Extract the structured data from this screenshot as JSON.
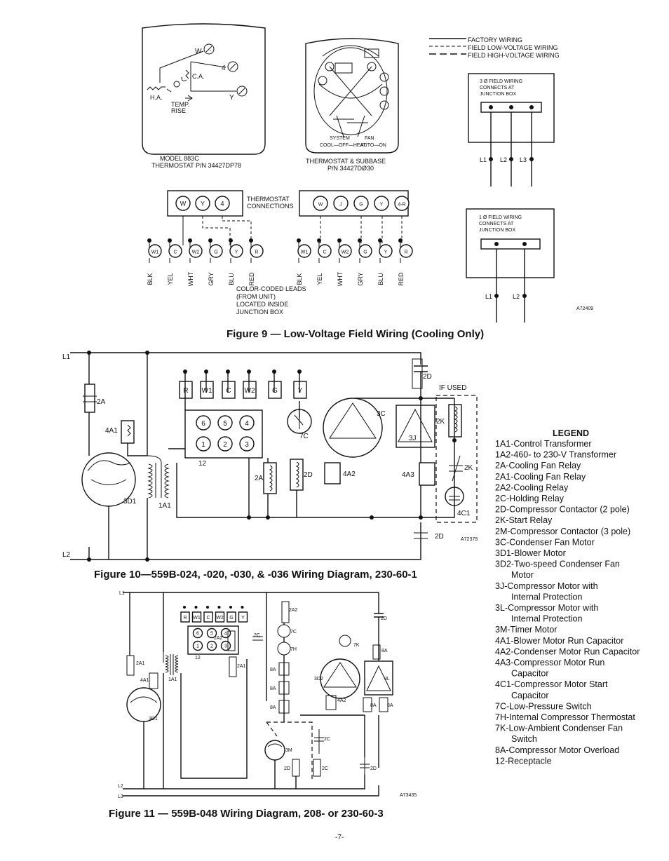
{
  "fig9": {
    "caption": "Figure 9 — Low-Voltage Field Wiring (Cooling Only)",
    "code": "A72409",
    "key": [
      "FACTORY WIRING",
      "FIELD LOW-VOLTAGE WIRING",
      "FIELD HIGH-VOLTAGE WIRING"
    ],
    "thermo1": {
      "label_w": "W",
      "label_4": "4",
      "label_ca": "C.A.",
      "label_ha": "H.A.",
      "label_y": "Y",
      "temp_rise": [
        "TEMP.",
        "RISE"
      ],
      "model": [
        "MODEL 883C",
        "THERMOSTAT P/N 34427DP78"
      ]
    },
    "thermo2": {
      "title": [
        "THERMOSTAT & SUBBASE",
        "P/N 34427DØ30"
      ],
      "system": [
        "SYSTEM",
        "COOL—OFF—HEAT"
      ],
      "fan": [
        "FAN",
        "AUTO—ON"
      ]
    },
    "tstat_conn_label": [
      "THERMOSTAT",
      "CONNECTIONS"
    ],
    "conn_left": [
      "W",
      "Y",
      "4"
    ],
    "conn_right": [
      "W",
      "J",
      "G",
      "Y",
      "4-R"
    ],
    "leads_left": [
      "W1",
      "C",
      "W2",
      "G",
      "Y",
      "R"
    ],
    "leads_right": [
      "W1",
      "C",
      "W2",
      "G",
      "Y",
      "R"
    ],
    "colors": [
      "BLK",
      "YEL",
      "WHT",
      "GRY",
      "BLU",
      "RED"
    ],
    "color_label": [
      "COLOR-CODED LEADS",
      "(FROM UNIT)",
      "LOCATED INSIDE",
      "JUNCTION BOX"
    ],
    "three_phase": {
      "label": [
        "3 Ø FIELD WIRING",
        "CONNECTS AT",
        "JUNCTION BOX"
      ],
      "lines": [
        "L1",
        "L2",
        "L3"
      ]
    },
    "single_phase": {
      "label": [
        "1 Ø FIELD WIRING",
        "CONNECTS AT",
        "JUNCTION BOX"
      ],
      "lines": [
        "L1",
        "L2"
      ]
    }
  },
  "fig10": {
    "caption": "Figure 10—559B-024, -020, -030, & -036 Wiring Diagram, 230-60-1",
    "code": "A72378",
    "L1": "L1",
    "L2": "L2",
    "terminals": [
      "R",
      "W1",
      "C",
      "W2",
      "G",
      "Y"
    ],
    "labels": {
      "2A": "2A",
      "4A1": "4A1",
      "3D1": "3D1",
      "1A1": "1A1",
      "12": "12",
      "7C": "7C",
      "2Atop": "2A",
      "2Dcoil": "2D",
      "4A2": "4A2",
      "3C": "3C",
      "3J": "3J",
      "2K": "2K",
      "4A3": "4A3",
      "2Ktop": "2K",
      "4C1": "4C1",
      "2Dtop": "2D",
      "2Dbot": "2D",
      "ifused": "IF USED"
    },
    "receptacle": [
      "6",
      "5",
      "4",
      "1",
      "2",
      "3"
    ]
  },
  "fig11": {
    "caption": "Figure 11 — 559B-048 Wiring Diagram, 208- or 230-60-3",
    "code": "A73435",
    "L1": "L1",
    "L2": "L2",
    "L3": "L3",
    "terminals": [
      "R",
      "W1",
      "C",
      "W2",
      "G",
      "Y"
    ],
    "labels": {
      "2A2": "2A2",
      "2D": "2D",
      "7C": "7C",
      "7H": "7H",
      "7K": "7K",
      "8A": "8A",
      "2A1": "2A1",
      "4A1": "4A1",
      "3D1": "3D1",
      "1A1": "1A1",
      "12": "12",
      "2A2b": "2A2",
      "2C": "2C",
      "2A1b": "2A1",
      "3D2": "3D2",
      "3L": "3L",
      "4A2": "4A2",
      "3M": "3M",
      "2Db": "2D",
      "2Cb": "2C",
      "2Cc": "2C",
      "2Dc": "2D",
      "8Ab": "8A",
      "8Ac": "8A",
      "8Ad": "8A",
      "8Ae": "8A",
      "8Af": "8A"
    },
    "receptacle": [
      "6",
      "5",
      "4",
      "1",
      "2",
      "3"
    ]
  },
  "legend": {
    "title": "LEGEND",
    "items": [
      "1A1-Control Transformer",
      "1A2-460- to 230-V Transformer",
      "2A-Cooling Fan Relay",
      "2A1-Cooling Fan Relay",
      "2A2-Cooling Relay",
      "2C-Holding Relay",
      "2D-Compressor Contactor (2 pole)",
      "2K-Start Relay",
      "2M-Compressor Contactor (3 pole)",
      "3C-Condenser Fan Motor",
      "3D1-Blower Motor",
      "3D2-Two-speed Condenser Fan",
      "Motor",
      "3J-Compressor Motor with",
      "Internal Protection",
      "3L-Compressor Motor with",
      "Internal Protection",
      "3M-Timer Motor",
      "4A1-Blower Motor Run Capacitor",
      "4A2-Condenser Motor Run Capacitor",
      "4A3-Compressor Motor Run",
      "Capacitor",
      "4C1-Compressor Motor Start",
      "Capacitor",
      "7C-Low-Pressure Switch",
      "7H-Internal Compressor Thermostat",
      "7K-Low-Ambient Condenser Fan",
      "Switch",
      "8A-Compressor Motor Overload",
      "12-Receptacle"
    ]
  },
  "page_number": "-7-"
}
